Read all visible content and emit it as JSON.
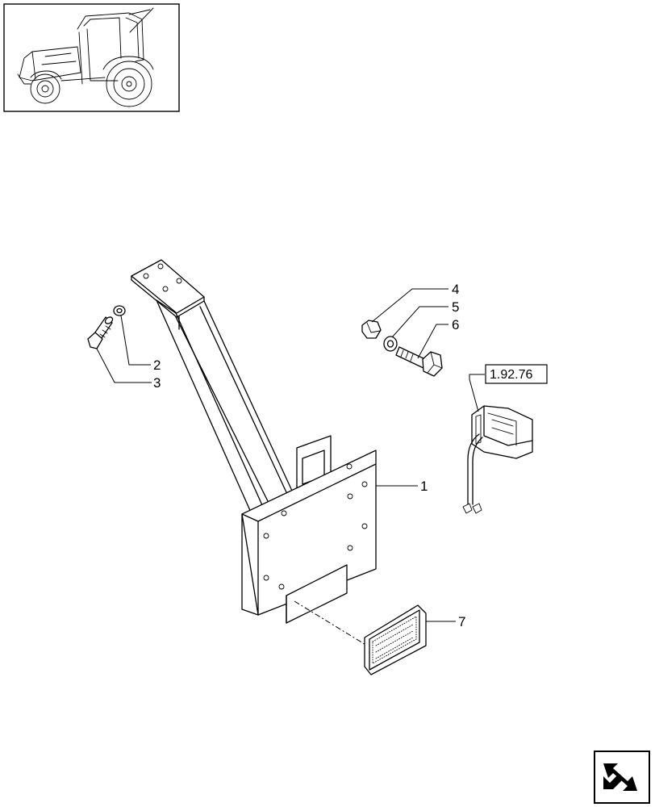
{
  "callouts": {
    "c1": "1",
    "c2": "2",
    "c3": "3",
    "c4": "4",
    "c5": "5",
    "c6": "6",
    "c7": "7"
  },
  "reference": {
    "label": "1.92.76"
  },
  "icons": {
    "thumbnail": "tractor-thumbnail-icon",
    "navigation": "next-page-arrow-icon"
  },
  "colors": {
    "line": "#000000",
    "background": "#ffffff"
  }
}
